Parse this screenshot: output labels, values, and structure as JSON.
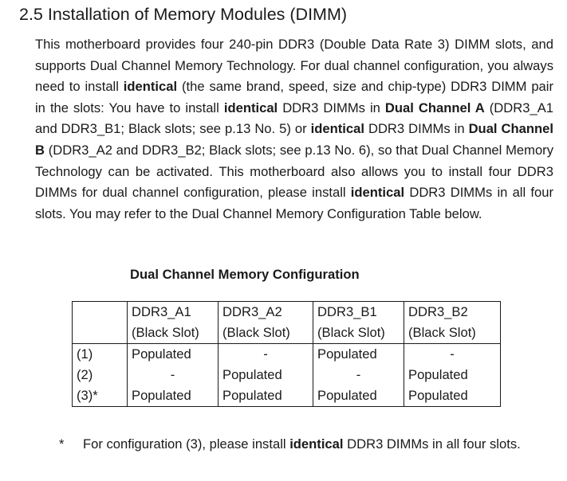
{
  "section": {
    "title": "2.5 Installation of Memory Modules (DIMM)",
    "paragraph": [
      {
        "t": "This motherboard provides four 240-pin DDR3 (Double Data Rate 3) DIMM slots, and supports Dual Channel Memory Technology. For dual channel configuration, you always need to install ",
        "b": false
      },
      {
        "t": "identical",
        "b": true
      },
      {
        "t": " (the same brand, speed, size and chip-type) DDR3 DIMM pair in the slots: You have to install ",
        "b": false
      },
      {
        "t": "identical",
        "b": true
      },
      {
        "t": " DDR3 DIMMs in ",
        "b": false
      },
      {
        "t": "Dual Channel A",
        "b": true
      },
      {
        "t": " (DDR3_A1 and DDR3_B1; Black slots; see p.13 No. 5) or ",
        "b": false
      },
      {
        "t": "identical",
        "b": true
      },
      {
        "t": " DDR3 DIMMs in ",
        "b": false
      },
      {
        "t": "Dual Channel B",
        "b": true
      },
      {
        "t": " (DDR3_A2 and DDR3_B2; Black slots; see p.13 No. 6), so that Dual Channel Memory Technology can be activated. This motherboard also allows you to install four DDR3 DIMMs for dual channel configuration, please install ",
        "b": false
      },
      {
        "t": "identical",
        "b": true
      },
      {
        "t": " DDR3 DIMMs in all four slots. You may refer to the Dual Channel Memory Configuration Table below.",
        "b": false
      }
    ]
  },
  "table": {
    "title": "Dual Channel Memory Configuration",
    "columns": [
      {
        "name": "DDR3_A1",
        "sub": "(Black Slot)"
      },
      {
        "name": "DDR3_A2",
        "sub": "(Black Slot)"
      },
      {
        "name": "DDR3_B1",
        "sub": "(Black Slot)"
      },
      {
        "name": "DDR3_B2",
        "sub": "(Black Slot)"
      }
    ],
    "rows": [
      {
        "label": "(1)",
        "cells": [
          "Populated",
          "-",
          "Populated",
          "-"
        ]
      },
      {
        "label": "(2)",
        "cells": [
          "-",
          "Populated",
          "-",
          "Populated"
        ]
      },
      {
        "label": "(3)*",
        "cells": [
          "Populated",
          "Populated",
          "Populated",
          "Populated"
        ]
      }
    ]
  },
  "footnote": {
    "marker": "*",
    "parts": [
      {
        "t": "For configuration (3), please install ",
        "b": false
      },
      {
        "t": "identical",
        "b": true
      },
      {
        "t": " DDR3 DIMMs in all four slots.",
        "b": false
      }
    ]
  }
}
